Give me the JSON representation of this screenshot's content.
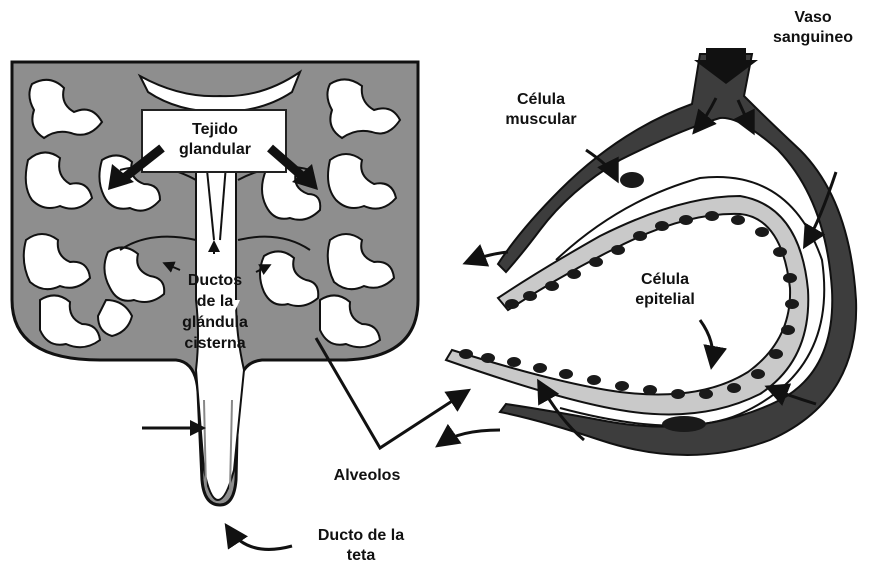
{
  "labels": {
    "tejido": [
      "Tejido",
      "glandular"
    ],
    "ductos": [
      "Ductos",
      "de la",
      "glándula",
      "cisterna"
    ],
    "alveolos": "Alveolos",
    "ducto_teta": [
      "Ducto de la",
      "teta"
    ],
    "vaso": [
      "Vaso",
      "sanguineo"
    ],
    "celula_muscular": [
      "Célula",
      "muscular"
    ],
    "celula_epitelial": [
      "Célula",
      "epitelial"
    ]
  },
  "colors": {
    "gland_fill": "#8e8e8e",
    "vessel_fill": "#3d3d3d",
    "cell_fill": "#c9c9c9",
    "nucleus_fill": "#1a1a1a",
    "line": "#111111",
    "background": "#ffffff"
  }
}
